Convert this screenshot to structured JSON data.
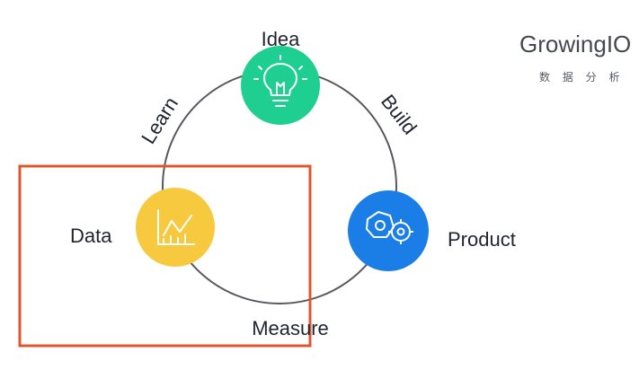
{
  "brand": {
    "name": "GrowingIO",
    "subtitle": "数 据 分 析"
  },
  "nodes": {
    "idea": {
      "label": "Idea",
      "color": "#1fcf92",
      "icon": "lightbulb-icon"
    },
    "product": {
      "label": "Product",
      "color": "#1a7ee6",
      "icon": "gears-icon"
    },
    "data": {
      "label": "Data",
      "color": "#f7c93f",
      "icon": "line-chart-icon"
    }
  },
  "edges": {
    "build": "Build",
    "measure": "Measure",
    "learn": "Learn"
  },
  "colors": {
    "cycle": "#55585e",
    "highlight": "#e0552c",
    "icon": "#ffffff"
  }
}
